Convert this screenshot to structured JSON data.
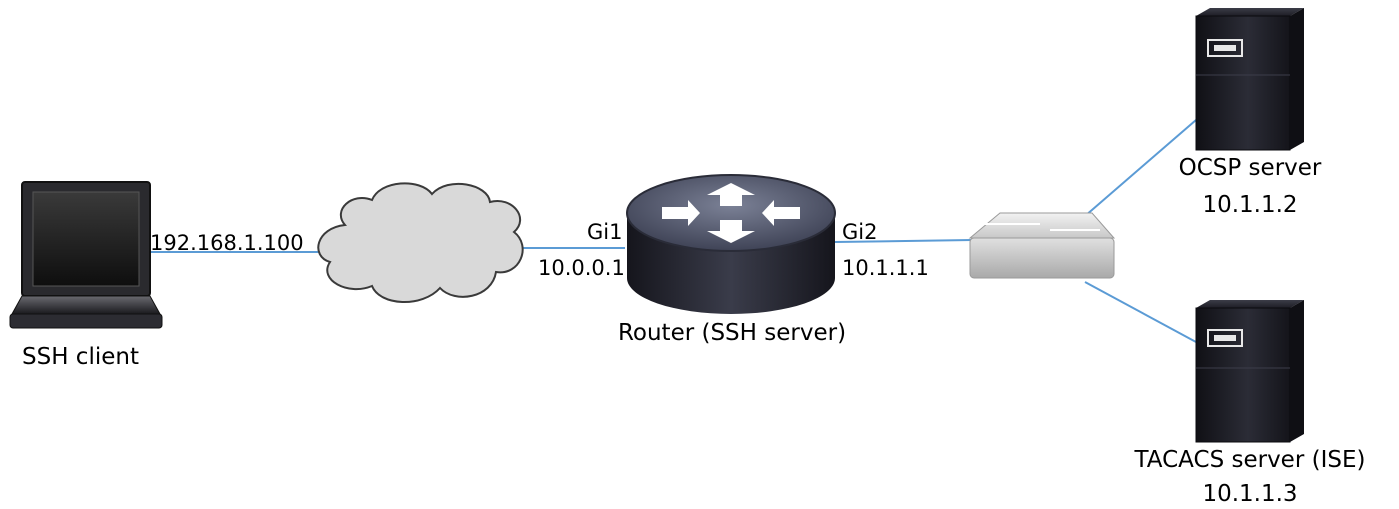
{
  "labels": {
    "client_ip": "192.168.1.100",
    "client_name": "SSH client",
    "router_name": "Router (SSH server)",
    "gi1_name": "Gi1",
    "gi1_ip": "10.0.0.1",
    "gi2_name": "Gi2",
    "gi2_ip": "10.1.1.1",
    "ocsp_name": "OCSP server",
    "ocsp_ip": "10.1.1.2",
    "tacacs_name": "TACACS server (ISE)",
    "tacacs_ip": "10.1.1.3"
  },
  "colors": {
    "link": "#5b9bd5",
    "cloud_fill": "#d9d9d9",
    "cloud_stroke": "#3a3a3a",
    "device_dark": "#1c1c24",
    "router_top": "#5f6479"
  }
}
